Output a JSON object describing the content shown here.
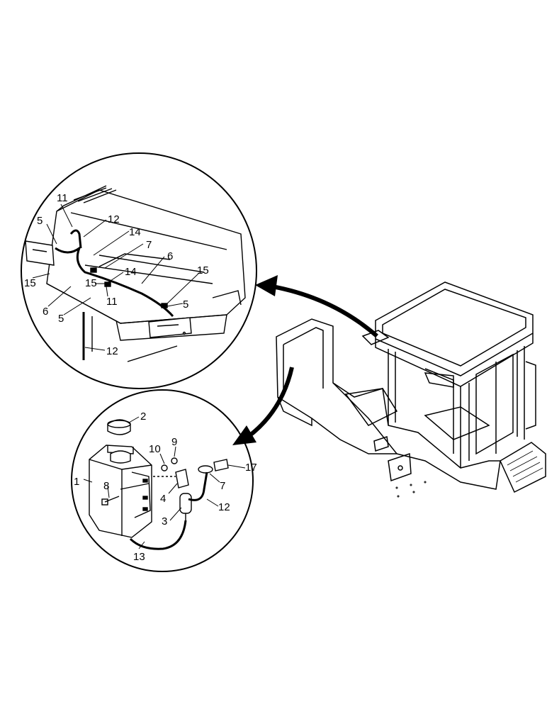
{
  "callouts": {
    "top": [
      "11",
      "5",
      "12",
      "14",
      "7",
      "6",
      "14",
      "15",
      "15",
      "15",
      "11",
      "6",
      "5",
      "5",
      "12"
    ],
    "bottom": [
      "2",
      "9",
      "10",
      "1",
      "8",
      "4",
      "17",
      "7",
      "12",
      "3",
      "13"
    ]
  },
  "colors": {
    "ink": "#000000",
    "paper": "#ffffff",
    "shade": "#d8d8d8"
  }
}
